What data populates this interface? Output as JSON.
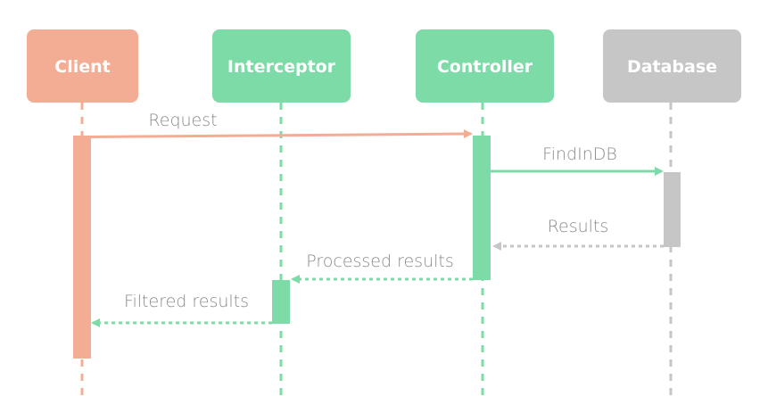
{
  "colors": {
    "client": "#f2ad94",
    "interceptor": "#7ddba8",
    "controller": "#7ddba8",
    "database": "#c6c6c6",
    "label_text": "#8a8a8a"
  },
  "participants": [
    {
      "id": "client",
      "label": "Client"
    },
    {
      "id": "interceptor",
      "label": "Interceptor"
    },
    {
      "id": "controller",
      "label": "Controller"
    },
    {
      "id": "database",
      "label": "Database"
    }
  ],
  "messages": [
    {
      "from": "client",
      "to": "controller",
      "label": "Request",
      "style": "solid"
    },
    {
      "from": "controller",
      "to": "database",
      "label": "FindInDB",
      "style": "solid"
    },
    {
      "from": "database",
      "to": "controller",
      "label": "Results",
      "style": "dashed"
    },
    {
      "from": "controller",
      "to": "interceptor",
      "label": "Processed results",
      "style": "dashed"
    },
    {
      "from": "interceptor",
      "to": "client",
      "label": "Filtered results",
      "style": "dashed"
    }
  ]
}
